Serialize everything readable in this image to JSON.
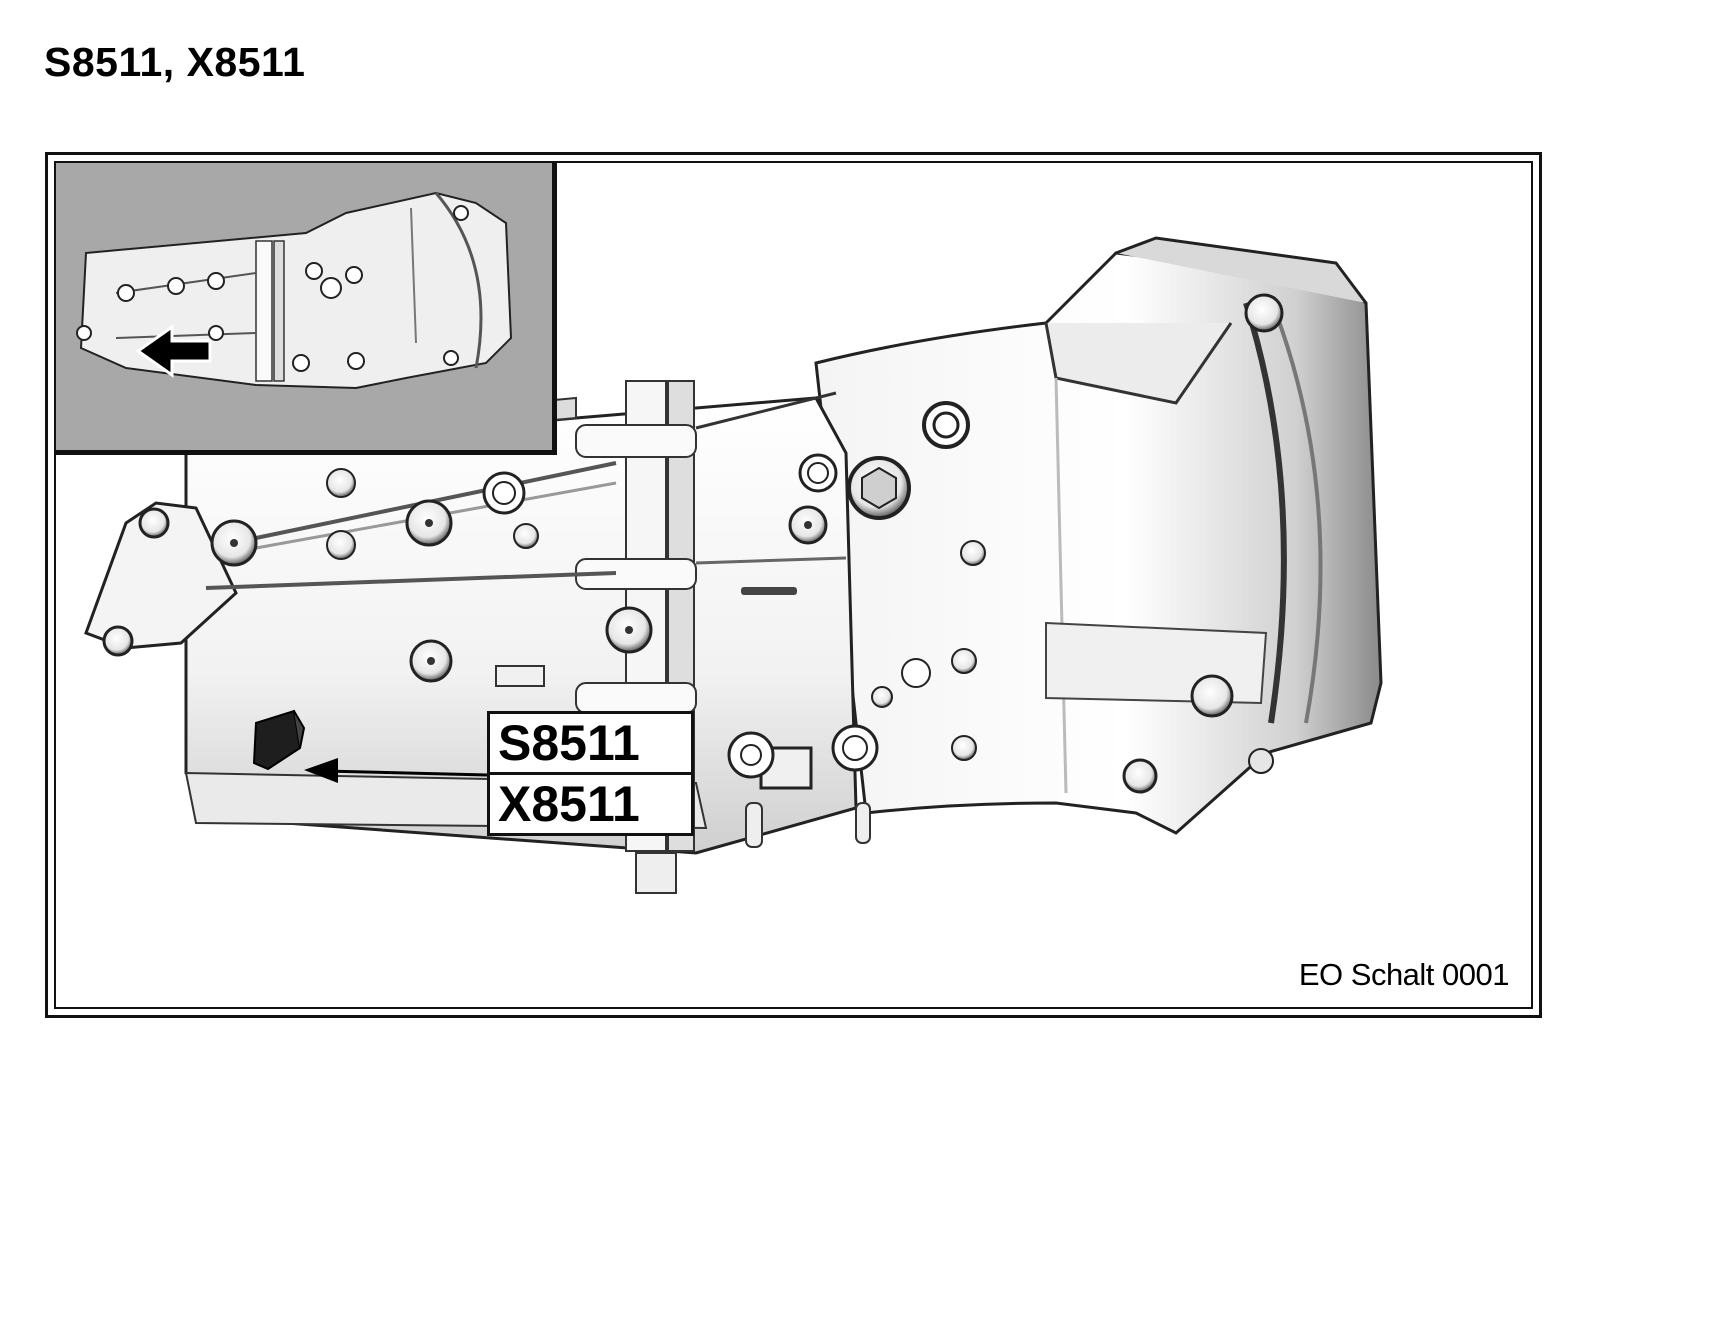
{
  "page": {
    "title": "S8511, X8511"
  },
  "figure": {
    "callout_label_1": "S8511",
    "callout_label_2": "X8511",
    "figure_code": "EO Schalt 0001"
  },
  "icons": {
    "inset_arrow": "left-arrow-icon",
    "callout_arrow": "pointer-arrow-icon"
  },
  "colors": {
    "inset_background": "#a8a8a8",
    "frame": "#111111",
    "casting_shadow": "#555555"
  }
}
